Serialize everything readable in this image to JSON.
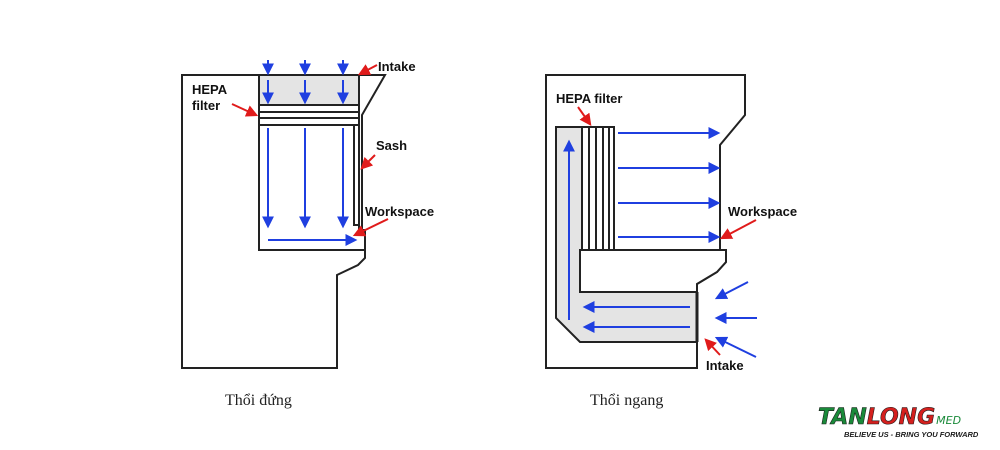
{
  "colors": {
    "airflow": "#1f3fe0",
    "pointer": "#e01b1b",
    "logo_green": "#1a8a3a",
    "logo_red": "#d4201e",
    "logo_dark": "#1a1a1a"
  },
  "vertical": {
    "labels": {
      "intake": "Intake",
      "hepa_line1": "HEPA",
      "hepa_line2": "filter",
      "sash": "Sash",
      "workspace": "Workspace"
    },
    "caption": "Thổi đứng"
  },
  "horizontal": {
    "labels": {
      "hepa": "HEPA filter",
      "workspace": "Workspace",
      "intake": "Intake"
    },
    "caption": "Thổi ngang"
  },
  "logo": {
    "part1": "TAN",
    "part2": "LONG",
    "part3": "MED",
    "tagline": "BELIEVE US - BRING YOU FORWARD"
  }
}
